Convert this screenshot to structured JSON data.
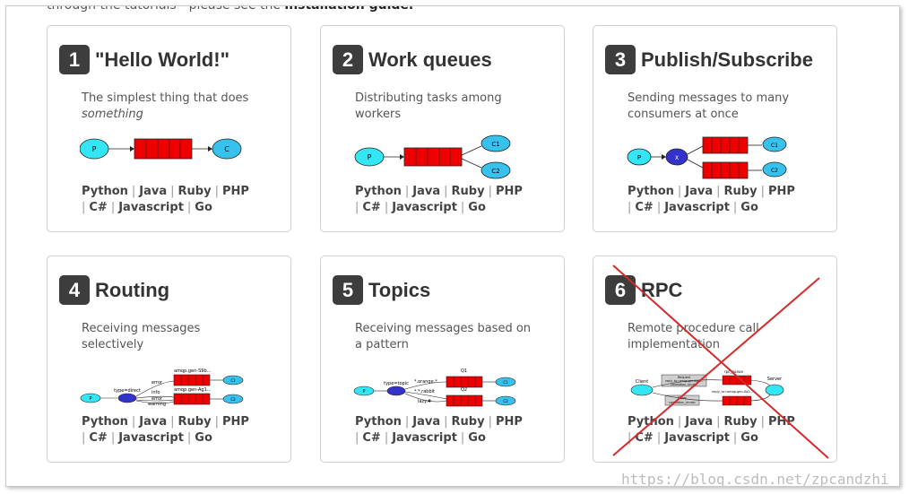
{
  "intro": {
    "text_before": "through the tutorials - please see the",
    "link_text": "installation guide."
  },
  "cards": [
    {
      "number": "1",
      "title": "\"Hello World!\"",
      "desc_line1": "The simplest thing that does",
      "desc_line2": "something",
      "diagram": "hello"
    },
    {
      "number": "2",
      "title": "Work queues",
      "desc_line1": "Distributing tasks among",
      "desc_line2": "workers",
      "diagram": "work"
    },
    {
      "number": "3",
      "title": "Publish/Subscribe",
      "desc_line1": "Sending messages to many",
      "desc_line2": "consumers at once",
      "diagram": "pubsub"
    },
    {
      "number": "4",
      "title": "Routing",
      "desc_line1": "Receiving messages",
      "desc_line2": "selectively",
      "diagram": "routing"
    },
    {
      "number": "5",
      "title": "Topics",
      "desc_line1": "Receiving messages based on",
      "desc_line2": "a pattern",
      "diagram": "topics"
    },
    {
      "number": "6",
      "title": "RPC",
      "desc_line1": "Remote procedure call",
      "desc_line2": "implementation",
      "diagram": "rpc",
      "crossed_out": true
    }
  ],
  "languages": {
    "python": "Python",
    "java": "Java",
    "ruby": "Ruby",
    "php": "PHP",
    "csharp": "C#",
    "javascript": "Javascript",
    "go": "Go",
    "separator": "|"
  },
  "diagram_labels": {
    "producer": "P",
    "consumer": "C",
    "consumer1": "C1",
    "consumer2": "C2",
    "exchange": "X",
    "routing_exchange": "type=direct",
    "routing_q1": "amqp.gen-S9b...",
    "routing_q2": "amqp.gen-Ag1...",
    "routing_error": "error",
    "routing_info": "info",
    "routing_error2": "error",
    "routing_warning": "warning",
    "topic_exchange": "type=topic",
    "topic_q1": "Q1",
    "topic_q2": "Q2",
    "topic_key1": "*.orange.*",
    "topic_key2": "*.*.rabbit",
    "topic_key3": "lazy.#",
    "rpc_client": "Client",
    "rpc_server": "Server",
    "rpc_request": "Request",
    "rpc_request_props": "reply_to=amqp.gen-Xa2...",
    "rpc_request_corr": "correlation_id=abc",
    "rpc_reply": "Reply",
    "rpc_reply_corr": "correlation_id=abc",
    "rpc_queue": "rpc_queue",
    "rpc_reply_queue": "reply_to=amqp.gen-Xa2..."
  },
  "watermark": "https://blog.csdn.net/zpcandzhi",
  "colors": {
    "node_fill": "#33e6f5",
    "consumer_fill": "#37c2ee",
    "exchange_fill": "#3333cc",
    "queue_fill": "#ee0000",
    "cross": "#d42a2a"
  }
}
